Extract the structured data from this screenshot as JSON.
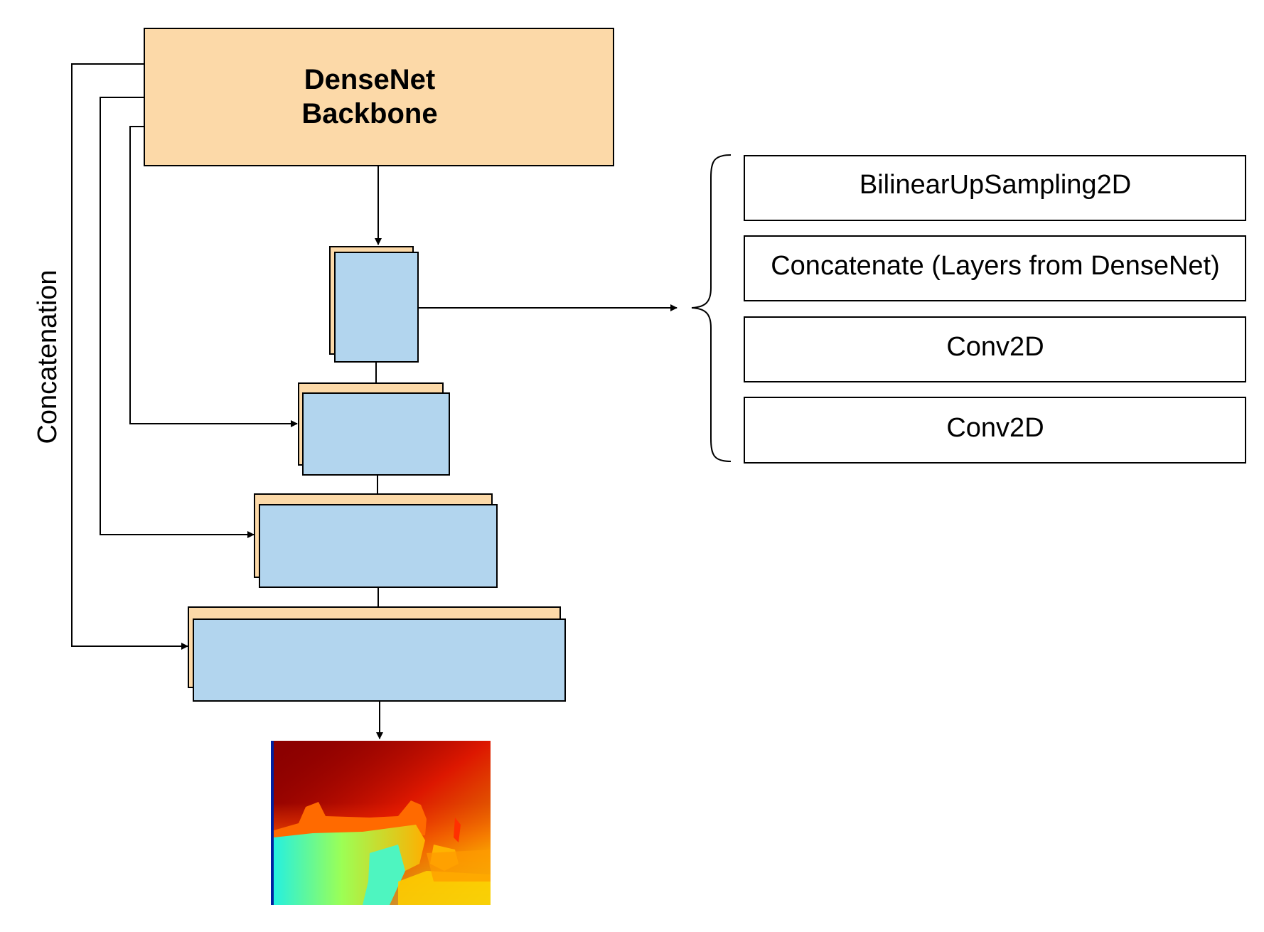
{
  "backbone": {
    "line1": "DenseNet",
    "line2": "Backbone"
  },
  "side_label": "Concatenation",
  "decoder_block_layers": [
    "BilinearUpSampling2D",
    "Concatenate (Layers from DenseNet)",
    "Conv2D",
    "Conv2D"
  ],
  "colors": {
    "backbone_fill": "#fcd9a8",
    "feature_front": "#b2d5ee",
    "feature_back": "#fcd9a8",
    "stroke": "#000000"
  },
  "output_image": "depth-map-heatmap"
}
